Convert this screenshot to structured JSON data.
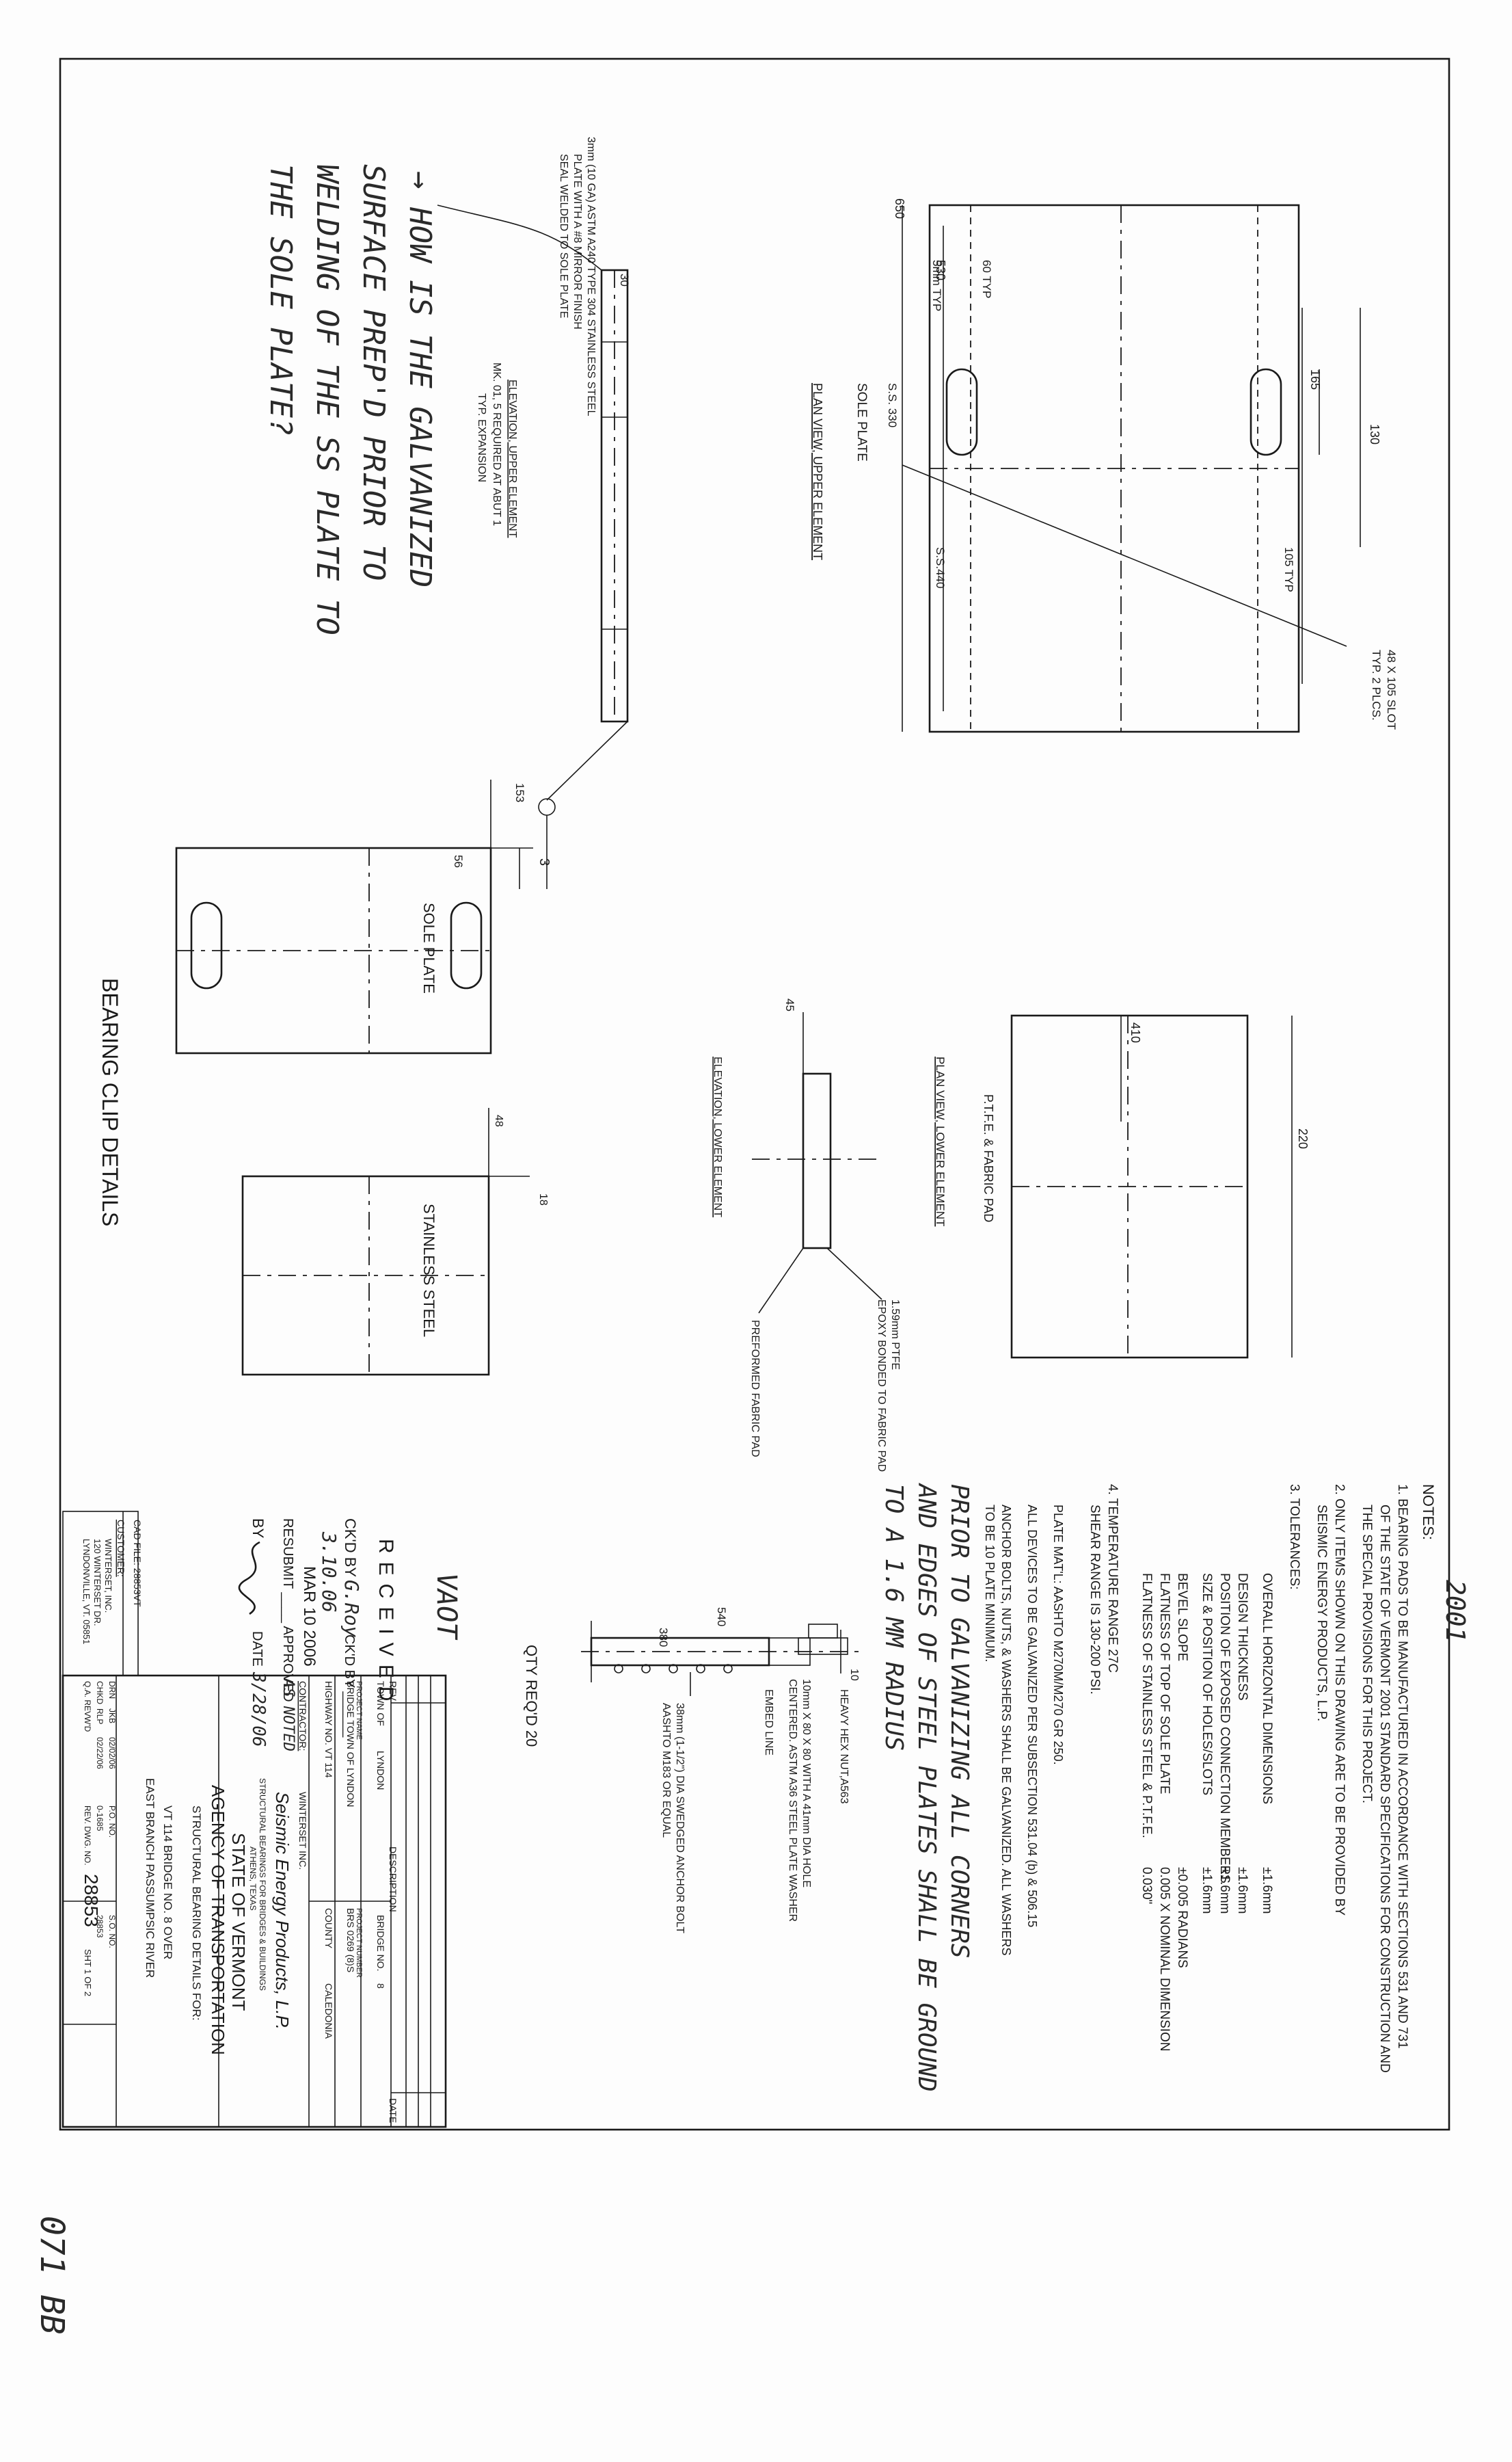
{
  "notes": {
    "heading": "NOTES:",
    "handwritten_year": "2001",
    "n1_a": "1.  BEARING PADS TO BE MANUFACTURED IN ACCORDANCE WITH SECTIONS 531 AND 731",
    "n1_b": "OF THE STATE OF VERMONT 2001 STANDARD SPECIFICATIONS FOR CONSTRUCTION AND",
    "n1_c": "THE SPECIAL PROVISIONS FOR THIS PROJECT.",
    "n2_a": "2.  ONLY ITEMS SHOWN ON THIS DRAWING ARE TO BE PROVIDED BY",
    "n2_b": "SEISMIC ENERGY PRODUCTS, L.P.",
    "n3": "3.  TOLERANCES:",
    "tolerances": [
      {
        "label": "OVERALL HORIZONTAL DIMENSIONS",
        "value": "±1.6mm"
      },
      {
        "label": "DESIGN THICKNESS",
        "value": "±1.6mm"
      },
      {
        "label": "POSITION OF EXPOSED CONNECTION MEMBERS",
        "value": "±1.6mm"
      },
      {
        "label": "SIZE & POSITION OF HOLES/SLOTS",
        "value": "±1.6mm"
      },
      {
        "label": "BEVEL SLOPE",
        "value": "±0.005 RADIANS"
      },
      {
        "label": "FLATNESS OF TOP OF SOLE PLATE",
        "value": "0.005 X NOMINAL DIMENSION"
      },
      {
        "label": "FLATNESS OF STAINLESS STEEL & P.T.F.E.",
        "value": "0.030\""
      }
    ],
    "n4_a": "4.  TEMPERATURE RANGE 27C",
    "n4_b": "SHEAR RANGE IS 130-200 PSI.",
    "plate_1": "PLATE MAT'L: AASHTO M270M/M270 GR 250.",
    "plate_2": "ALL DEVICES TO BE GALVANIZED PER SUBSECTION 531.04 (b) & 506.15",
    "plate_3": "ANCHOR BOLTS, NUTS, & WASHERS SHALL BE GALVANIZED. ALL WASHERS",
    "plate_4": "TO BE 10 PLATE MINIMUM.",
    "hand_1": "PRIOR TO GALVANIZING ALL CORNERS",
    "hand_2": "AND EDGES OF STEEL PLATES SHALL BE GROUND",
    "hand_3": "TO A 1.6 MM RADIUS"
  },
  "upper": {
    "dim_130": "130",
    "dim_165": "165",
    "dim_650": "650",
    "dim_530": "530",
    "dim_60typ": "60 TYP",
    "dim_5mm": "5mm TYP",
    "dim_ss_330": "S.S. 330",
    "dim_ss_440": "S.S.440",
    "dim_105typ": "105 TYP",
    "slot_1": "48 X 105 SLOT",
    "slot_2": "TYP. 2 PLCS.",
    "sole_label": "SOLE PLATE",
    "plan_title": "PLAN VIEW, UPPER ELEMENT",
    "ss_1": "3mm (10 GA) ASTM A240 TYPE 304 STAINLESS STEEL",
    "ss_2": "PLATE WITH A #8 MIRROR FINISH",
    "ss_3": "SEAL WELDED TO SOLE PLATE",
    "elev_title": "ELEVATION, UPPER ELEMENT",
    "elev_1": "MK. 01, 5 REQUIRED AT ABUT 1",
    "elev_2": "TYP. EXPANSION",
    "dim_30": "30",
    "weld_3": "3"
  },
  "question": {
    "q1": "→ HOW IS THE GALVANIZED",
    "q2": "SURFACE PREP'D PRIOR TO",
    "q3": "WELDING OF THE SS PLATE TO",
    "q4": "THE SOLE PLATE?"
  },
  "lower": {
    "dim_410": "410",
    "dim_220": "220",
    "pad_label": "P.T.F.E. & FABRIC PAD",
    "plan_title": "PLAN VIEW, LOWER ELEMENT",
    "dim_45": "45",
    "ptfe_1": "1.59mm PTFE",
    "ptfe_2": "EPOXY BONDED TO FABRIC PAD",
    "pfp": "PREFORMED FABRIC PAD",
    "elev_title": "ELEVATION, LOWER ELEMENT"
  },
  "clip": {
    "dim_153": "153",
    "dim_56": "56",
    "sole_label": "SOLE PLATE",
    "dim_48": "48",
    "dim_18": "18",
    "ss_label": "STAINLESS STEEL",
    "title": "BEARING CLIP DETAILS"
  },
  "bolt": {
    "dim_10": "10",
    "dim_540": "540",
    "dim_380": "380",
    "washer_1": "10mm X 80 X 80 WITH A 41mm DIA HOLE",
    "washer_2": "CENTERED. ASTM A36 STEEL PLATE WASHER",
    "hexnut": "HEAVY HEX NUT,A563",
    "embed": "EMBED LINE",
    "anchor_1": "38mm (1-1/2\") DIA SWEDGED ANCHOR BOLT",
    "anchor_2": "AASHTO M183 OR EQUAL",
    "qty": "QTY REQ'D 20"
  },
  "stamp": {
    "vaot": "VAOT",
    "received": "RECEIVED",
    "ckd_by": "CK'D BY",
    "ckd_sig": "G.Roy",
    "ckd_by2": "CK'D BY ______",
    "ckd_date": "3.10.06",
    "date_stamp": "MAR 10 2006",
    "resubmit": "RESUBMIT ____ APPROVED",
    "as_noted": "AS NOTED",
    "by": "BY",
    "date_label": "DATE",
    "date_val": "3/28/06"
  },
  "cad": {
    "file": "CAD FILE: 28853VT",
    "customer_label": "CUSTOMER:",
    "c1": "WINTERSET, INC.",
    "c2": "120 WINTERSET DR.",
    "c3": "LYNDONVILLE, VT. 05851"
  },
  "title_block": {
    "rev": "REV",
    "description": "DESCRIPTION",
    "date": "DATE",
    "town_of": "TOWN OF",
    "town": "LYNDON",
    "bridge_no_label": "BRIDGE NO.",
    "bridge_no": "8",
    "project_name_label": "PROJECT NAME",
    "project_name": "BRIDGE TOWN OF LYNDON",
    "project_number_label": "PROJECT NUMBER",
    "project_number": "BRS 0269 (8)S",
    "highway": "HIGHWAY NO. VT 114",
    "county_label": "COUNTY",
    "county": "CALEDONIA",
    "contractor_label": "CONTRACTOR:",
    "contractor": "WINTERSET INC.",
    "company": "Seismic Energy Products, L.P.",
    "company_sub": "STRUCTURAL BEARINGS FOR BRIDGES & BUILDINGS",
    "company_city": "ATHENS, TEXAS",
    "state": "STATE OF VERMONT",
    "agency": "AGENCY OF TRANSPORTATION",
    "details_for": "STRUCTURAL BEARING DETAILS FOR:",
    "bridge_desc": "VT 114 BRIDGE NO. 8 OVER",
    "river": "EAST BRANCH PASSUMPSIC RIVER",
    "drn": "DRN",
    "drn_by": "JKB",
    "drn_date": "02/02/06",
    "chkd": "CHKD",
    "chkd_by": "RLP",
    "chkd_date": "02/22/06",
    "qa": "Q.A. REVW'D",
    "po_label": "P.O. NO.",
    "po": "0-1685",
    "so_label": "S.O. NO.",
    "so": "28853",
    "dwg_label": "REV. DWG. NO.",
    "dwg": "28853",
    "sht": "SHT 1 OF 2"
  },
  "corner_note": "071 BB"
}
